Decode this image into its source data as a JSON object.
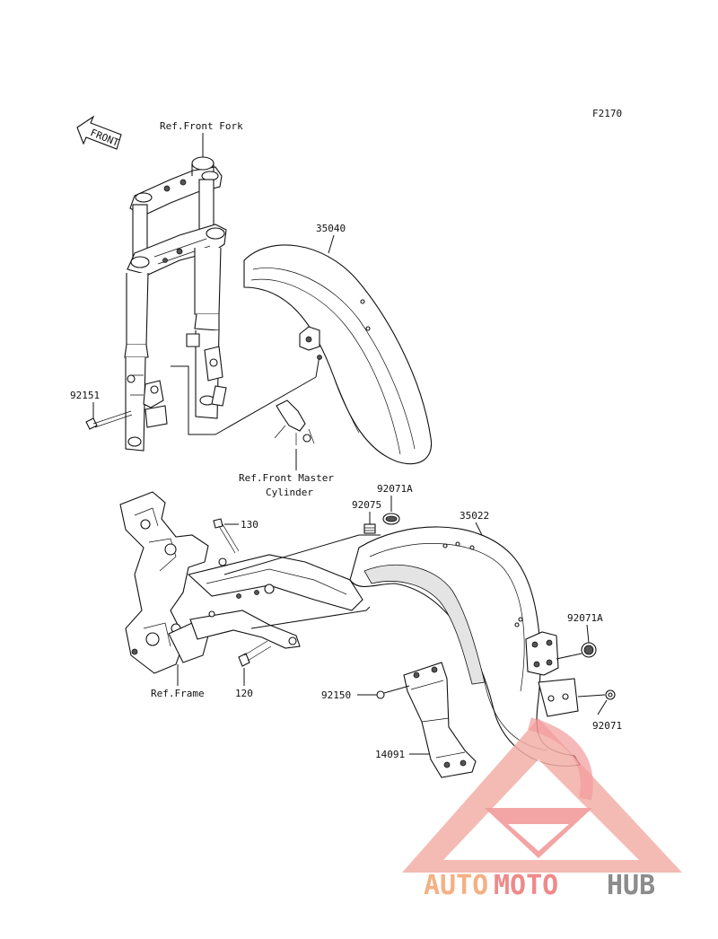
{
  "figure_code": "F2170",
  "front_arrow_label": "FRONT",
  "references": {
    "front_fork": "Ref.Front Fork",
    "front_master_cylinder_line1": "Ref.Front Master",
    "front_master_cylinder_line2": "Cylinder",
    "frame": "Ref.Frame"
  },
  "parts": {
    "p35040": "35040",
    "p92151": "92151",
    "p92071A_top": "92071A",
    "p92075": "92075",
    "p35022": "35022",
    "p130": "130",
    "p92071A_right": "92071A",
    "p92150": "92150",
    "p92071": "92071",
    "p14091": "14091",
    "p120": "120"
  },
  "watermark": {
    "brand_part1": "AUTO",
    "brand_part2": "MOTO",
    "brand_part3": "HUB",
    "colors": {
      "orange": "#f4b183",
      "red": "#ef8a8a",
      "gray": "#8c8c8c"
    }
  }
}
